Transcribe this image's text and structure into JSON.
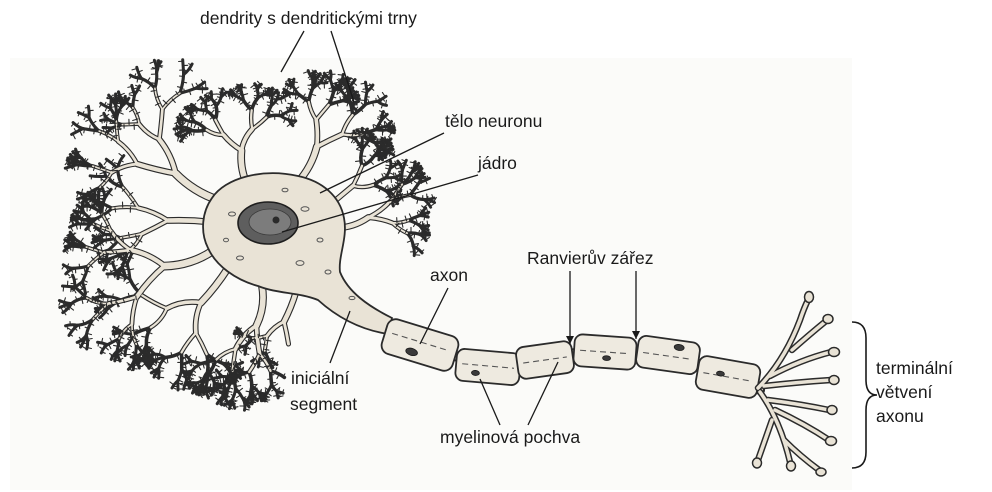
{
  "labels": {
    "dendrites": "dendrity s dendritickými trny",
    "soma": "tělo neuronu",
    "nucleus": "jádro",
    "ranvier_node": "Ranvierův zářez",
    "axon": "axon",
    "initial_segment": [
      "iniciální",
      "segment"
    ],
    "myelin_sheath": "myelinová pochva",
    "terminal_branches": [
      "terminální",
      "větvení",
      "axonu"
    ]
  },
  "colors": {
    "cell_fill": "#e9e3d6",
    "myelin_fill": "#eeeae0",
    "outline": "#2b2b2b",
    "text": "#1a1a1a"
  }
}
